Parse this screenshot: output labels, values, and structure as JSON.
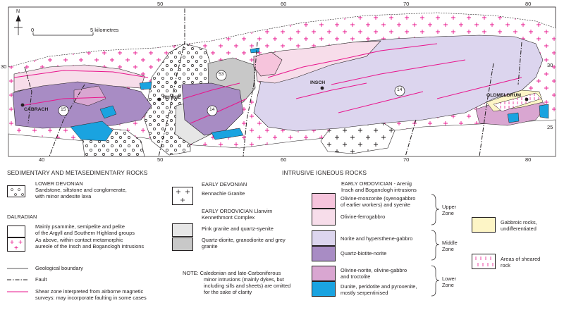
{
  "map": {
    "grid_top": [
      "50",
      "60",
      "70",
      "80"
    ],
    "grid_bottom": [
      "40",
      "50",
      "60",
      "70",
      "80"
    ],
    "grid_left": [
      "30"
    ],
    "grid_right": [
      "30",
      "25"
    ],
    "north": "N",
    "scale_zero": "0",
    "scale_text": "5 kilometres",
    "places": {
      "cabrach": "CABRACH",
      "rhynie": "RHYNIE",
      "insch": "INSCH",
      "oldmeldrum": "OLDMELDRUM"
    },
    "circled": [
      "15",
      "53",
      "14",
      "14"
    ]
  },
  "legend": {
    "sedimentary": {
      "heading": "SEDIMENTARY AND METASEDIMENTARY ROCKS",
      "lower_devonian": "LOWER DEVONIAN",
      "sandstone": [
        "Sandstone, siltstone and conglomerate,",
        "with minor andesite lava"
      ],
      "dalradian": "DALRADIAN",
      "psammite": [
        "Mainly psammite, semipelite and pelite",
        "of the Argyll and Southern Highland groups"
      ],
      "aureole": [
        "As above, within contact metamorphic",
        "aureole of the Insch and Boganclogh intrusions"
      ]
    },
    "lines": {
      "boundary": "Geological boundary",
      "fault": "Fault",
      "shear": [
        "Shear zone interpreted from airborne magnetic",
        "surveys: may incorporate faulting in some cases"
      ]
    },
    "middle": {
      "early_devonian": "EARLY DEVONIAN",
      "bennachie": "Bennachie Granite",
      "ordovician": [
        "EARLY ORDOVICIAN Llanvirn",
        "Kennethmont Complex"
      ],
      "pink_granite": "Pink granite and quartz-syenite",
      "quartz_diorite": [
        "Quartz-diorite, granodiorite and grey",
        "granite"
      ],
      "note": [
        "NOTE:  Caledonian and late-Carboniferous",
        "minor intrusions (mainly dykes, but",
        "including sills and sheets) are omitted",
        "for the sake of clarity"
      ]
    },
    "intrusive": {
      "heading": "INTRUSIVE IGNEOUS ROCKS",
      "arenig": [
        "EARLY ORDOVICIAN - Arenig",
        "Insch and Boganclogh intrusions"
      ],
      "monzonite": [
        "Olivine-monzonite (syenogabbro",
        "of earlier workers) and syenite"
      ],
      "ferrogabbro": "Olivine-ferrogabbro",
      "norite": "Norite and hypersthene-gabbro",
      "qbnorite": "Quartz-biotite-norite",
      "olivine_norite": [
        "Olivine-norite, olivine-gabbro",
        "and troctolite"
      ],
      "dunite": [
        "Dunite, peridotite and pyroxenite,",
        "mostly serpentinised"
      ],
      "upper_zone": [
        "Upper",
        "Zone"
      ],
      "middle_zone": [
        "Middle",
        "Zone"
      ],
      "lower_zone": [
        "Lower",
        "Zone"
      ],
      "gabbroic": [
        "Gabbroic rocks,",
        "undifferentiated"
      ],
      "sheared": [
        "Areas of sheared",
        "rock"
      ]
    }
  },
  "colors": {
    "monzonite": "#f6c4dc",
    "ferrogabbro": "#f7ddea",
    "norite": "#dcd5ee",
    "qbnorite": "#a88cc4",
    "olivine_norite": "#d9a6d1",
    "dunite": "#1aa3e0",
    "pink_granite": "#e6e6e6",
    "quartz_diorite": "#c8c8c8",
    "gabbroic": "#fdf5c6",
    "shear": "#e8158c",
    "aureole_cross": "#e8158c"
  }
}
